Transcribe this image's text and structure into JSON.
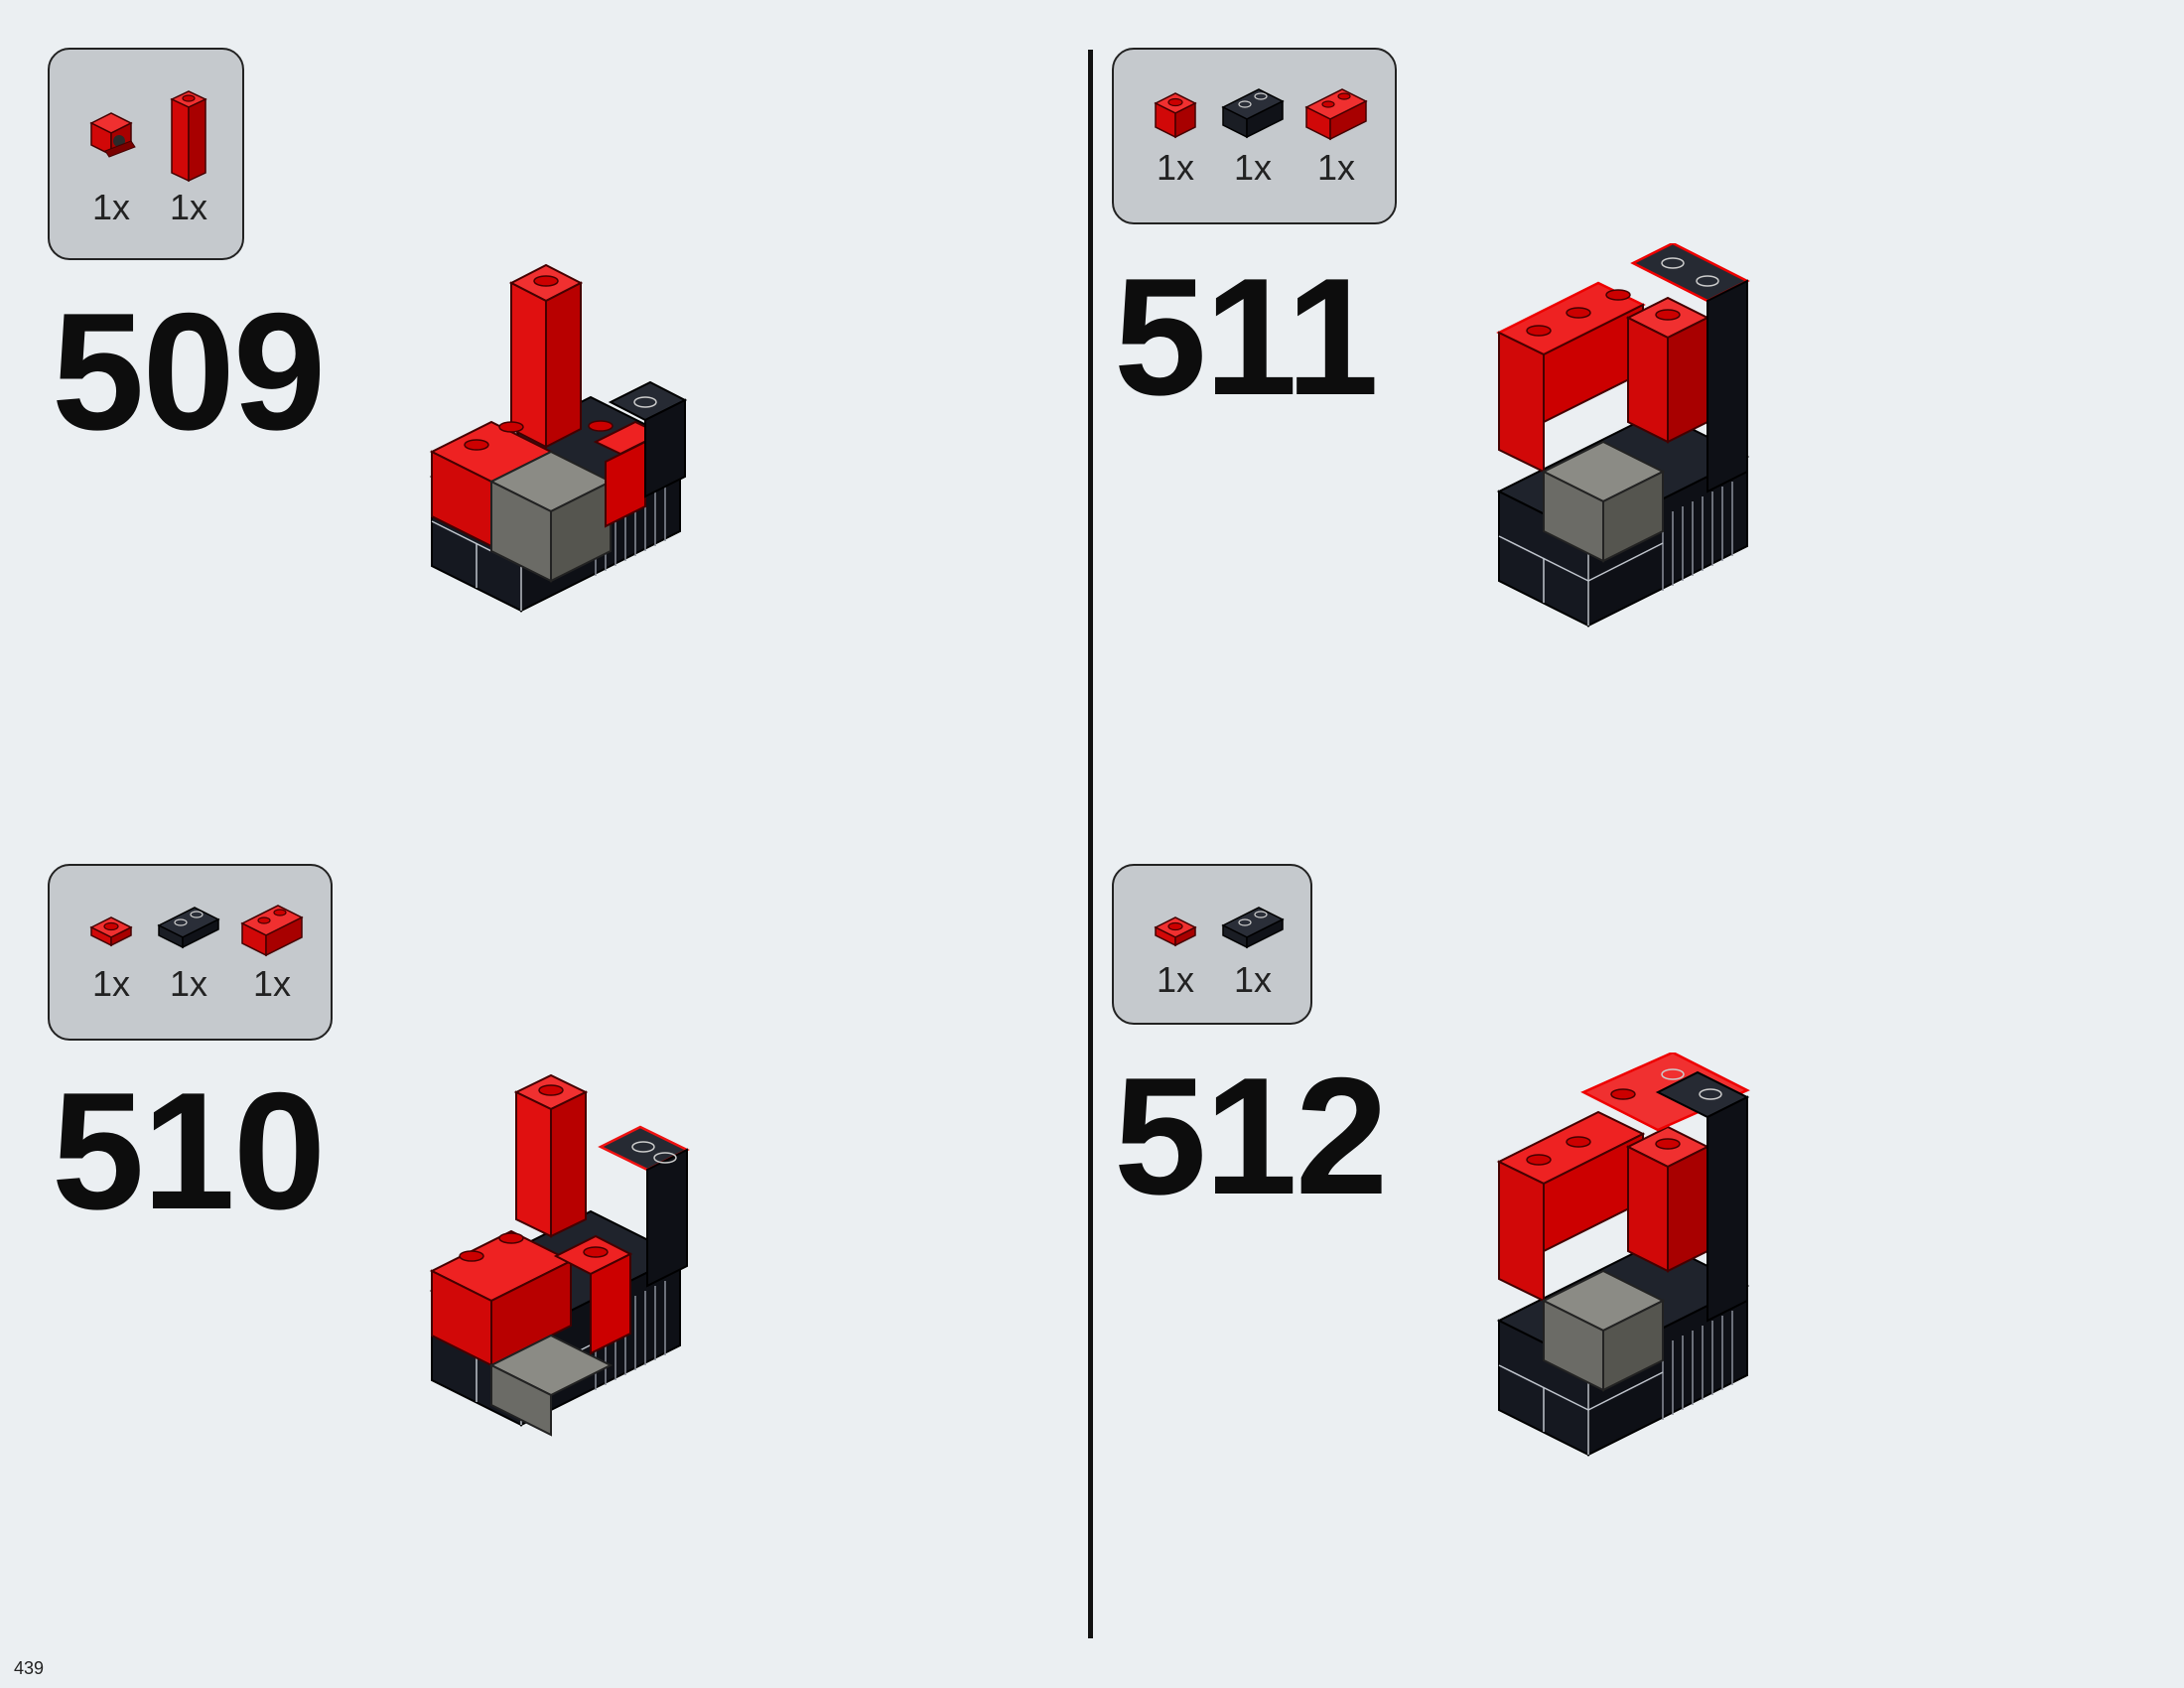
{
  "page": {
    "number": "439"
  },
  "steps": [
    {
      "number": "509",
      "parts": [
        {
          "qty": "1x",
          "icon": "red-bracket-plate"
        },
        {
          "qty": "1x",
          "icon": "red-brick-1x1x3"
        }
      ]
    },
    {
      "number": "510",
      "parts": [
        {
          "qty": "1x",
          "icon": "red-plate-1x1"
        },
        {
          "qty": "1x",
          "icon": "black-plate-1x2"
        },
        {
          "qty": "1x",
          "icon": "red-brick-1x2"
        }
      ]
    },
    {
      "number": "511",
      "parts": [
        {
          "qty": "1x",
          "icon": "red-brick-1x1"
        },
        {
          "qty": "1x",
          "icon": "black-brick-1x2"
        },
        {
          "qty": "1x",
          "icon": "red-brick-1x2"
        }
      ]
    },
    {
      "number": "512",
      "parts": [
        {
          "qty": "1x",
          "icon": "red-plate-1x1"
        },
        {
          "qty": "1x",
          "icon": "black-plate-1x2"
        }
      ]
    }
  ],
  "colors": {
    "background": "#ebeff2",
    "parts_box": "#c5c9cd",
    "brick_red": "#dd0a0a",
    "brick_black": "#161a22",
    "brick_gray": "#6b6b66"
  }
}
